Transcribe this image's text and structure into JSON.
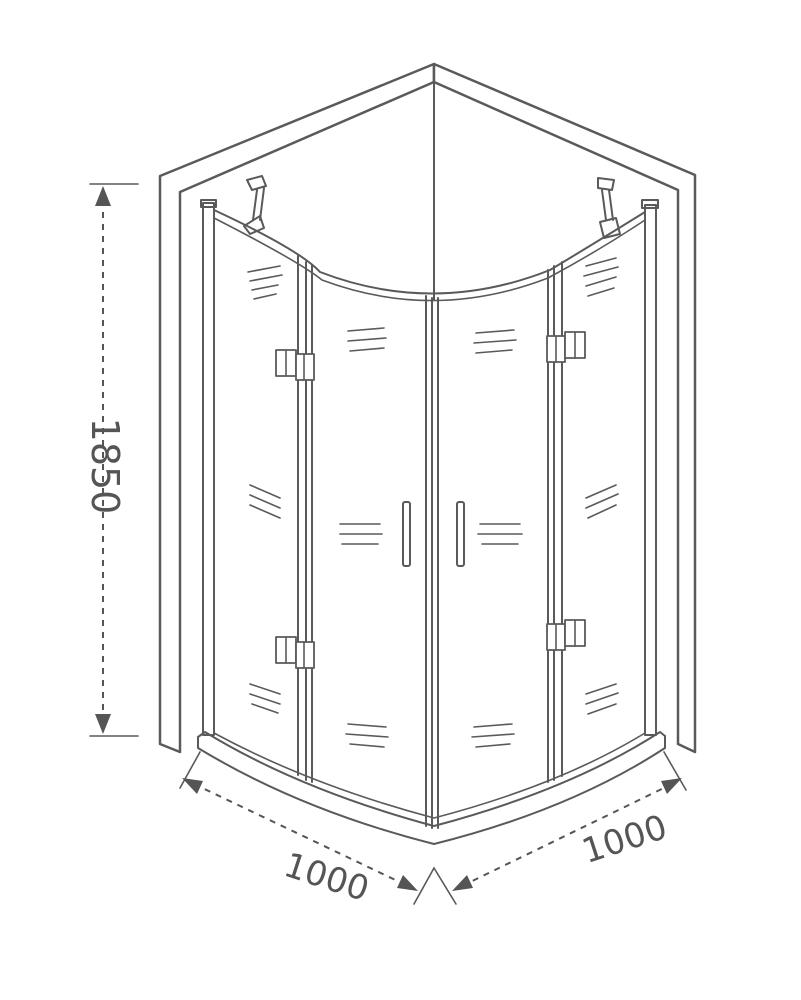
{
  "dimensions": {
    "height": "1850",
    "width_left": "1000",
    "width_right": "1000"
  },
  "colors": {
    "line": "#5a5a5a",
    "background": "#ffffff"
  }
}
